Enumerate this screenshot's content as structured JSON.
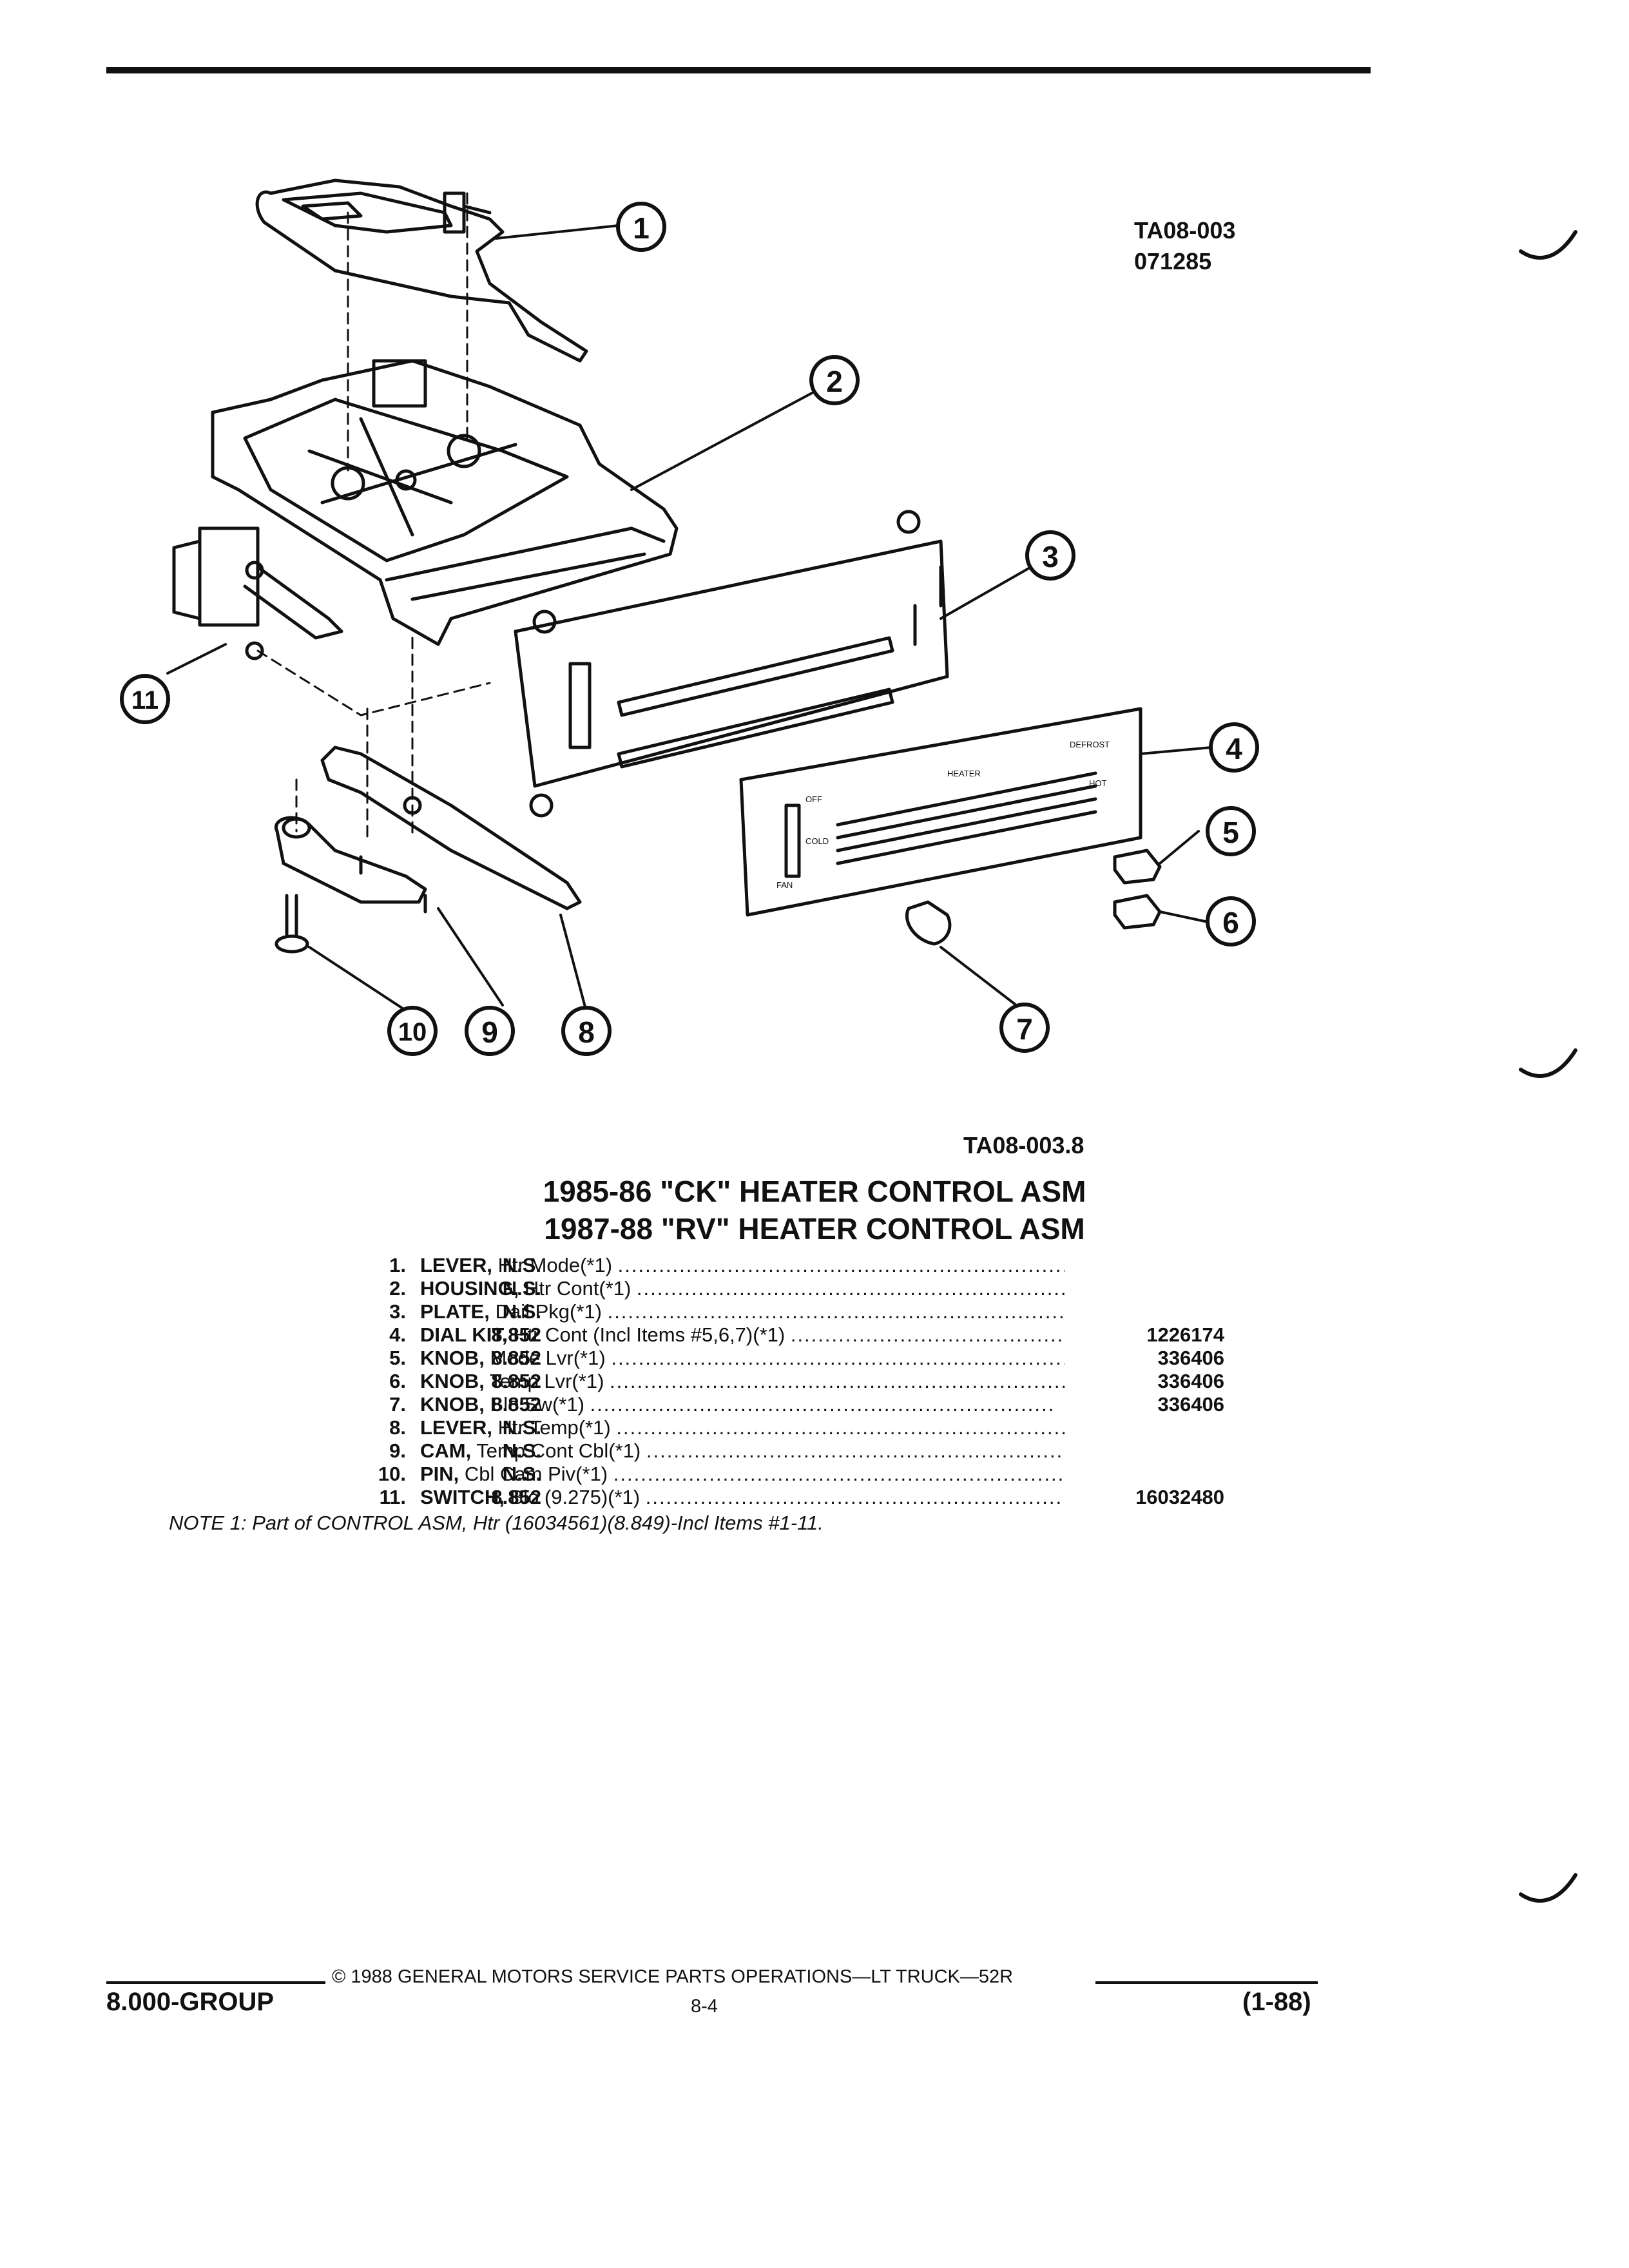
{
  "figure": {
    "id": "TA08-003",
    "date": "071285",
    "plate_id": "TA08-003.8",
    "callouts": [
      "1",
      "2",
      "3",
      "4",
      "5",
      "6",
      "7",
      "8",
      "9",
      "10",
      "11"
    ],
    "panel_text": {
      "heater": "HEATER",
      "defrost": "DEFROST",
      "hot": "HOT",
      "cold": "COLD",
      "off": "OFF",
      "fan": "FAN"
    }
  },
  "titles": [
    "1985-86 \"CK\" HEATER CONTROL ASM",
    "1987-88 \"RV\" HEATER CONTROL ASM"
  ],
  "parts": [
    {
      "num": "1.",
      "group": "N.S.",
      "name": "LEVER,",
      "desc": "Htr Mode(*1)",
      "pn": ""
    },
    {
      "num": "2.",
      "group": "N.S.",
      "name": "HOUSING,",
      "desc": "Htr Cont(*1)",
      "pn": ""
    },
    {
      "num": "3.",
      "group": "N.S.",
      "name": "PLATE,",
      "desc": "Dail Pkg(*1)",
      "pn": ""
    },
    {
      "num": "4.",
      "group": "8.852",
      "name": "DIAL KIT,",
      "desc": "Htr Cont (Incl Items #5,6,7)(*1)",
      "pn": "1226174"
    },
    {
      "num": "5.",
      "group": "8.852",
      "name": "KNOB,",
      "desc": "Mode Lvr(*1)",
      "pn": "336406"
    },
    {
      "num": "6.",
      "group": "8.852",
      "name": "KNOB,",
      "desc": "Temp Lvr(*1)",
      "pn": "336406"
    },
    {
      "num": "7.",
      "group": "8.852",
      "name": "KNOB,",
      "desc": "Blo Sw(*1)",
      "pn": "336406"
    },
    {
      "num": "8.",
      "group": "N.S.",
      "name": "LEVER,",
      "desc": "Htr Temp(*1)",
      "pn": ""
    },
    {
      "num": "9.",
      "group": "N.S.",
      "name": "CAM,",
      "desc": "Temp Cont Cbl(*1)",
      "pn": ""
    },
    {
      "num": "10.",
      "group": "N.S.",
      "name": "PIN,",
      "desc": "Cbl Cam Piv(*1)",
      "pn": ""
    },
    {
      "num": "11.",
      "group": "8.852",
      "name": "SWITCH,",
      "desc": "Blo (9.275)(*1)",
      "pn": "16032480"
    }
  ],
  "note": "NOTE 1: Part of CONTROL ASM, Htr (16034561)(8.849)-Incl Items #1-11.",
  "footer": {
    "group": "8.000-GROUP",
    "copyright": "© 1988 GENERAL MOTORS SERVICE PARTS OPERATIONS—LT TRUCK—52R",
    "page": "8-4",
    "revision": "(1-88)"
  }
}
